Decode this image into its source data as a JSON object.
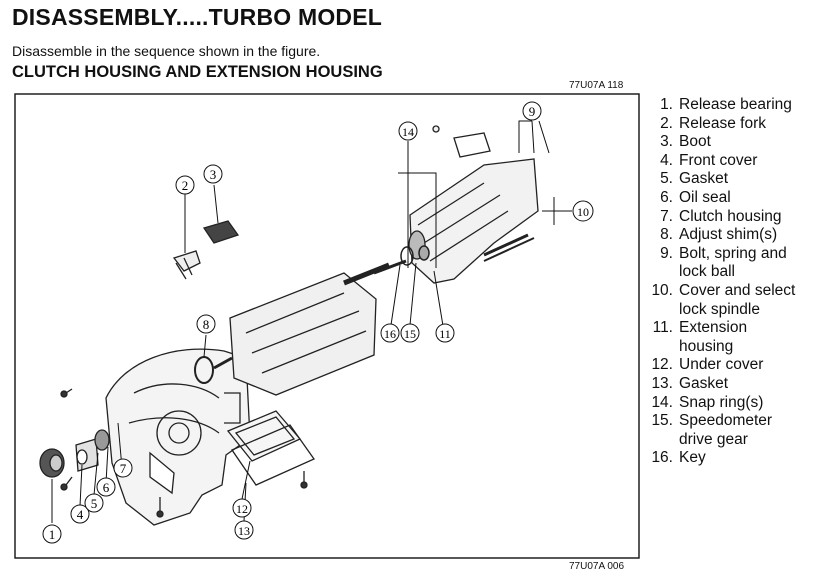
{
  "title": "DISASSEMBLY.....TURBO MODEL",
  "subtitle": "Disassemble in the sequence shown in the figure.",
  "section_title": "CLUTCH HOUSING AND EXTENSION HOUSING",
  "figure_code_top": "77U07A 118",
  "figure_code_bottom": "77U07A 006",
  "legend": [
    {
      "num": "1.",
      "text": "Release bearing"
    },
    {
      "num": "2.",
      "text": "Release fork"
    },
    {
      "num": "3.",
      "text": "Boot"
    },
    {
      "num": "4.",
      "text": "Front cover"
    },
    {
      "num": "5.",
      "text": "Gasket"
    },
    {
      "num": "6.",
      "text": "Oil seal"
    },
    {
      "num": "7.",
      "text": "Clutch housing"
    },
    {
      "num": "8.",
      "text": "Adjust shim(s)"
    },
    {
      "num": "9.",
      "text": "Bolt, spring and\nlock ball"
    },
    {
      "num": "10.",
      "text": "Cover and select\nlock spindle"
    },
    {
      "num": "11.",
      "text": "Extension\nhousing"
    },
    {
      "num": "12.",
      "text": "Under cover"
    },
    {
      "num": "13.",
      "text": "Gasket"
    },
    {
      "num": "14.",
      "text": "Snap ring(s)"
    },
    {
      "num": "15.",
      "text": "Speedometer\ndrive gear"
    },
    {
      "num": "16.",
      "text": "Key"
    }
  ],
  "callouts": [
    "1",
    "2",
    "3",
    "4",
    "5",
    "6",
    "7",
    "8",
    "9",
    "10",
    "11",
    "12",
    "13",
    "14",
    "15",
    "16"
  ]
}
